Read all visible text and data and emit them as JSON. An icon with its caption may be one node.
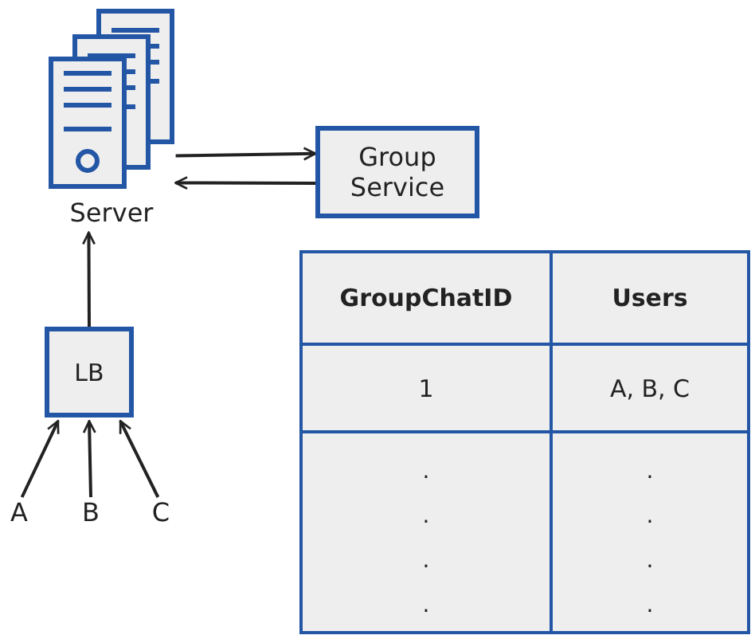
{
  "diagram": {
    "nodes": [
      {
        "text": [
          "Server"
        ]
      },
      {
        "text": [
          "Group Service"
        ]
      },
      {
        "text": [
          "LB"
        ]
      },
      {
        "text": [
          "A"
        ]
      },
      {
        "text": [
          "B"
        ]
      },
      {
        "text": [
          "C"
        ]
      }
    ],
    "edges": [
      {
        "from": 0,
        "to": 1,
        "arrow": "to"
      },
      {
        "from": 1,
        "to": 0,
        "arrow": "to"
      },
      {
        "from": 2,
        "to": 0,
        "arrow": "to"
      },
      {
        "from": 3,
        "to": 2,
        "arrow": "to"
      },
      {
        "from": 4,
        "to": 2,
        "arrow": "to"
      },
      {
        "from": 5,
        "to": 2,
        "arrow": "to"
      }
    ],
    "labels": [
      "GroupChatID",
      "Users",
      "1",
      "A, B, C",
      ".",
      ".",
      ".",
      ".",
      ".",
      ".",
      ".",
      "."
    ]
  }
}
